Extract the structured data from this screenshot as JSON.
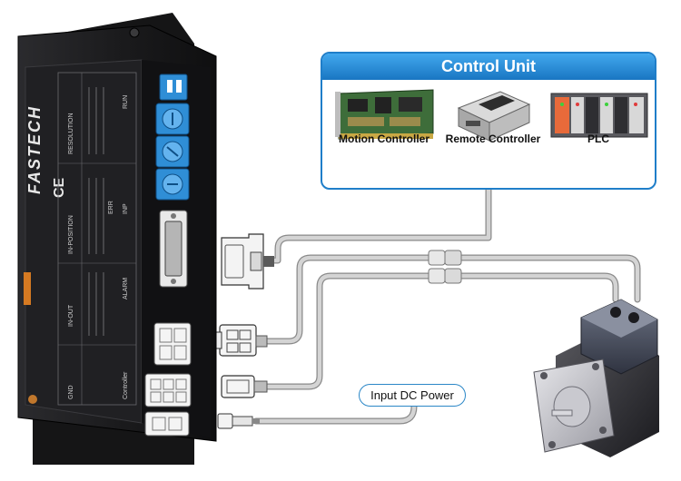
{
  "control_unit": {
    "title": "Control Unit",
    "devices": [
      {
        "label": "Motion Controller",
        "icon": "pci-card-icon"
      },
      {
        "label": "Remote Controller",
        "icon": "controller-module-icon"
      },
      {
        "label": "PLC",
        "icon": "plc-rack-icon"
      }
    ]
  },
  "power": {
    "label": "Input DC Power"
  },
  "driver": {
    "brand": "FASTECH",
    "cert_mark": "CE",
    "panel_labels": [
      "RESOLUTION",
      "IN-POSITION",
      "IN-OUT",
      "Controller",
      "GND",
      "RUN",
      "INP",
      "ALARM",
      "ERR"
    ]
  },
  "colors": {
    "accent_blue": "#1f7ec9",
    "header_blue": "#42a8ee",
    "driver_body": "#1d1d1f",
    "cable": "#c9c9c9",
    "cable_edge": "#8a8a8a"
  }
}
